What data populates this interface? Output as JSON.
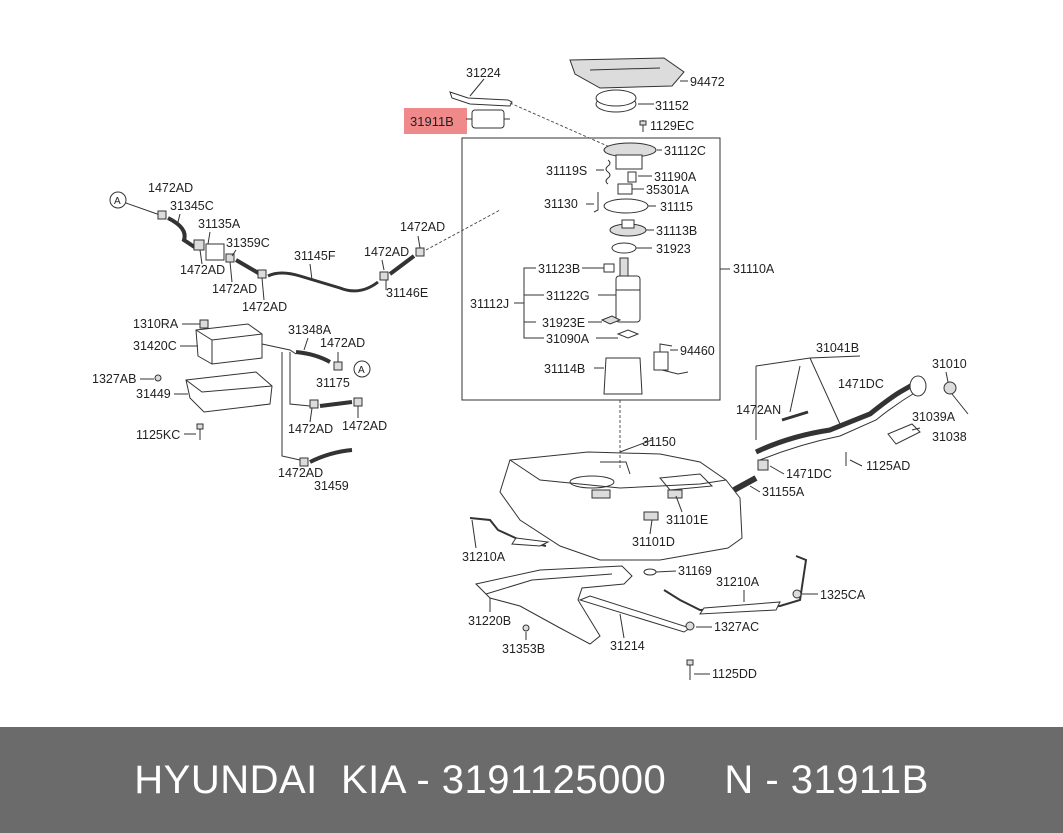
{
  "diagram": {
    "highlight_color": "#f08a8a",
    "labels": {
      "p31224": "31224",
      "p94472": "94472",
      "p31152": "31152",
      "p31911B": "31911B",
      "p1129EC": "1129EC",
      "p31112C": "31112C",
      "p31119S": "31119S",
      "p31190A": "31190A",
      "p35301A": "35301A",
      "p31130": "31130",
      "p31115": "31115",
      "p31113B": "31113B",
      "p31923": "31923",
      "p31123B": "31123B",
      "p31110A": "31110A",
      "p31112J": "31112J",
      "p31122G": "31122G",
      "p31923E": "31923E",
      "p31090A": "31090A",
      "p94460": "94460",
      "p31114B": "31114B",
      "p1472AD_a": "1472AD",
      "p31345C": "31345C",
      "p31135A": "31135A",
      "p31359C": "31359C",
      "p31145F": "31145F",
      "p1472AD_b": "1472AD",
      "p1472AD_c": "1472AD",
      "p1472AD_d": "1472AD",
      "p1472AD_e": "1472AD",
      "p1472AD_f": "1472AD",
      "p31146E": "31146E",
      "p1310RA": "1310RA",
      "p31420C": "31420C",
      "p31348A": "31348A",
      "p1472AD_g": "1472AD",
      "p1327AB": "1327AB",
      "p31449": "31449",
      "p31175": "31175",
      "p1472AD_h": "1472AD",
      "p1472AD_i": "1472AD",
      "p1125KC": "1125KC",
      "p1472AD_j": "1472AD",
      "p31459": "31459",
      "p31041B": "31041B",
      "p31010": "31010",
      "p1471DC_a": "1471DC",
      "p1472AN": "1472AN",
      "p31039A": "31039A",
      "p31038": "31038",
      "p31150": "31150",
      "p1471DC_b": "1471DC",
      "p1125AD": "1125AD",
      "p31155A": "31155A",
      "p31101E": "31101E",
      "p31101D": "31101D",
      "p31210A_a": "31210A",
      "p31169": "31169",
      "p31210A_b": "31210A",
      "p1325CA": "1325CA",
      "p31220B": "31220B",
      "p1327AC": "1327AC",
      "p31214": "31214",
      "p31353B": "31353B",
      "p1125DD": "1125DD",
      "circleA_1": "A",
      "circleA_2": "A"
    }
  },
  "footer": {
    "text": "HYUNDAI  KIA - 3191125000     N - 31911B",
    "background": "#6b6b6b"
  }
}
